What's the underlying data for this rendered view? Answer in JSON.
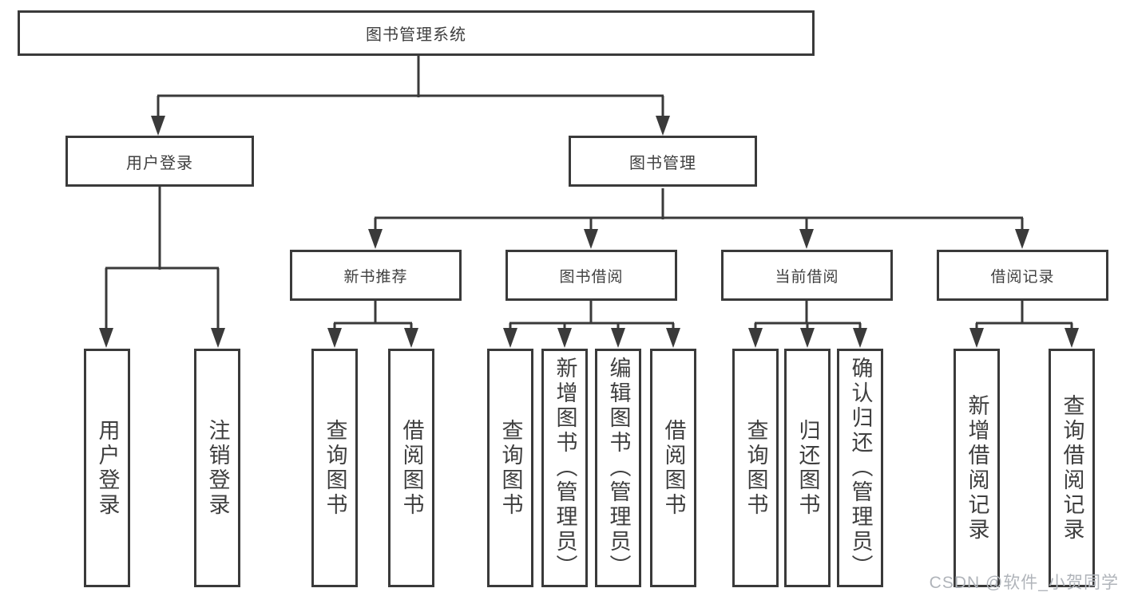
{
  "root": {
    "label": "图书管理系统"
  },
  "level2": [
    {
      "label": "用户登录",
      "parent": "图书管理系统"
    },
    {
      "label": "图书管理",
      "parent": "图书管理系统"
    }
  ],
  "level3": [
    {
      "label": "新书推荐",
      "parent": "图书管理"
    },
    {
      "label": "图书借阅",
      "parent": "图书管理"
    },
    {
      "label": "当前借阅",
      "parent": "图书管理"
    },
    {
      "label": "借阅记录",
      "parent": "图书管理"
    }
  ],
  "leaves": [
    {
      "label": "用户登录",
      "parent": "用户登录"
    },
    {
      "label": "注销登录",
      "parent": "用户登录"
    },
    {
      "label": "查询图书",
      "parent": "新书推荐"
    },
    {
      "label": "借阅图书",
      "parent": "新书推荐"
    },
    {
      "label": "查询图书",
      "parent": "图书借阅"
    },
    {
      "label": "新增图书（管理员）",
      "parent": "图书借阅"
    },
    {
      "label": "编辑图书（管理员）",
      "parent": "图书借阅"
    },
    {
      "label": "借阅图书",
      "parent": "图书借阅"
    },
    {
      "label": "查询图书",
      "parent": "当前借阅"
    },
    {
      "label": "归还图书",
      "parent": "当前借阅"
    },
    {
      "label": "确认归还（管理员）",
      "parent": "当前借阅"
    },
    {
      "label": "新增借阅记录",
      "parent": "借阅记录"
    },
    {
      "label": "查询借阅记录",
      "parent": "借阅记录"
    }
  ],
  "watermark": "CSDN @软件_小贺同学",
  "colors": {
    "line": "#3a3a3a",
    "border": "#3a3a3a",
    "text": "#3f3f3f",
    "watermark": "#b0b4ba",
    "background": "#ffffff"
  }
}
